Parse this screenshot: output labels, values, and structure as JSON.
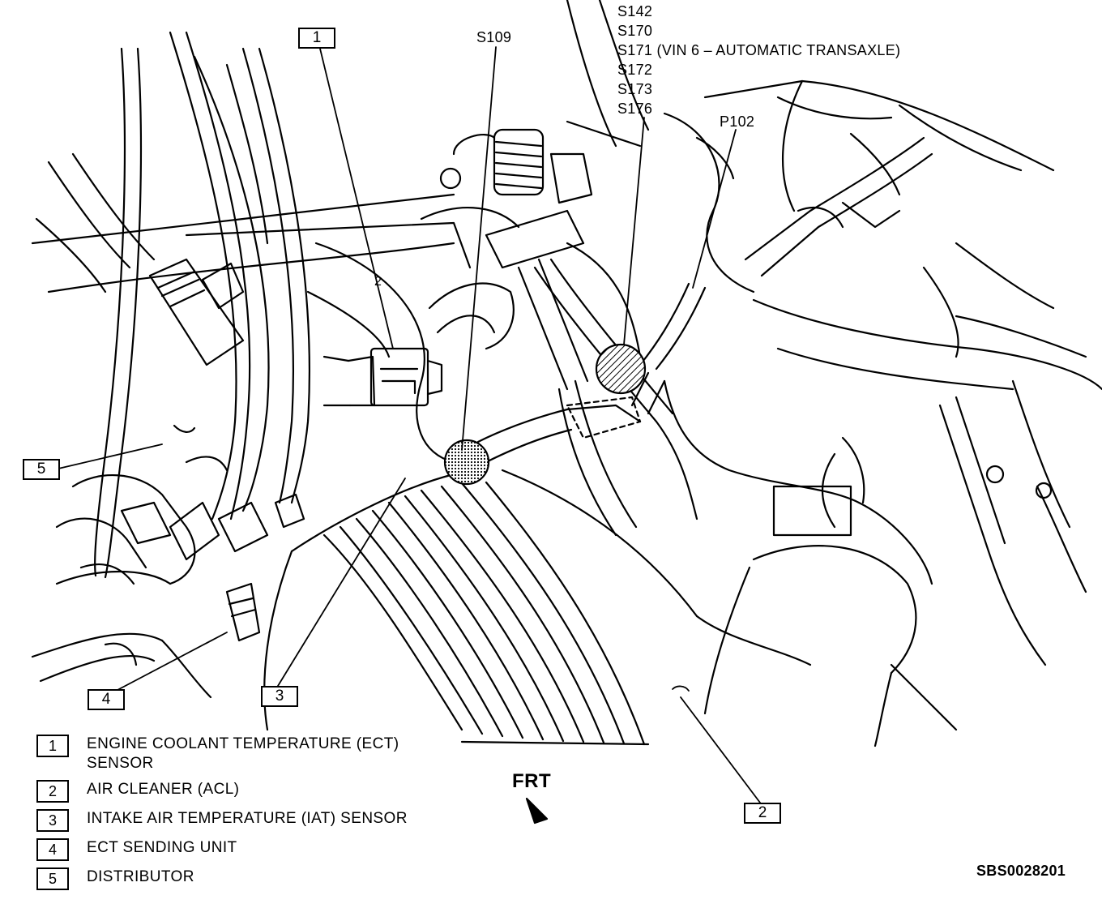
{
  "splice_labels": {
    "s109": "S109",
    "s142": "S142",
    "s170": "S170",
    "s171": "S171 (VIN 6 – AUTOMATIC TRANSAXLE)",
    "s172": "S172",
    "s173": "S173",
    "s176": "S176",
    "p102": "P102"
  },
  "callouts": {
    "c1": "1",
    "c2": "2",
    "c3": "3",
    "c4": "4",
    "c5": "5"
  },
  "legend": [
    {
      "num": "1",
      "text": "ENGINE COOLANT TEMPERATURE (ECT)",
      "text2": "SENSOR"
    },
    {
      "num": "2",
      "text": "AIR CLEANER (ACL)"
    },
    {
      "num": "3",
      "text": "INTAKE AIR TEMPERATURE (IAT) SENSOR"
    },
    {
      "num": "4",
      "text": "ECT SENDING UNIT"
    },
    {
      "num": "5",
      "text": "DISTRIBUTOR"
    }
  ],
  "direction_label": "FRT",
  "drawing_code": "SBS0028201",
  "inline_marks": {
    "hose_number": "2"
  }
}
